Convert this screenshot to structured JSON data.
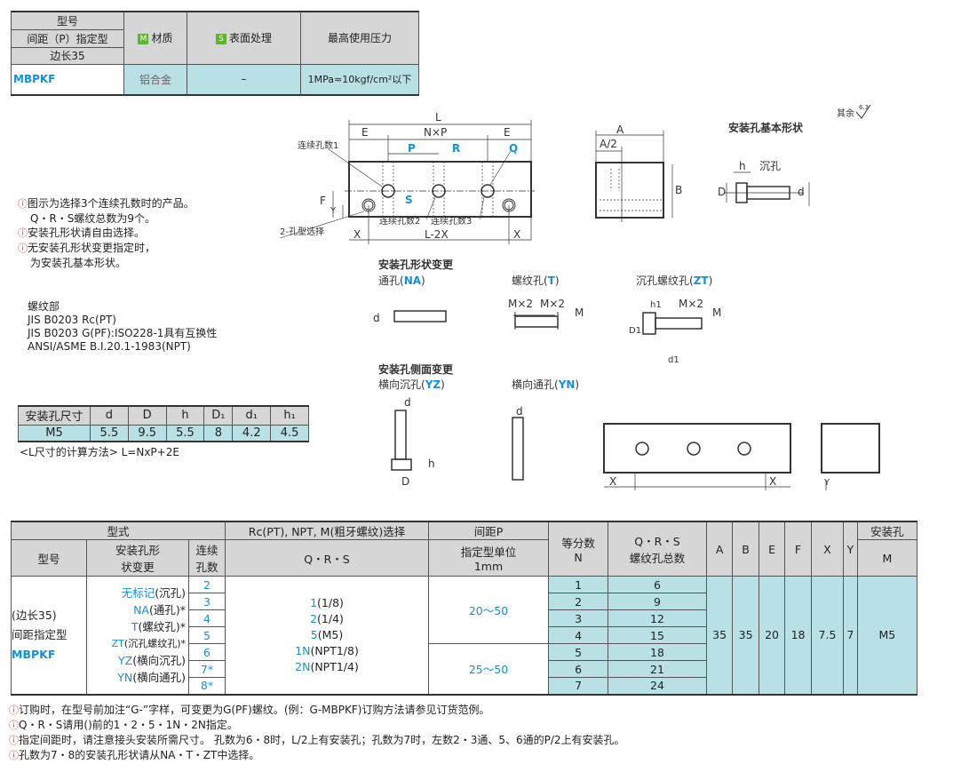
{
  "spec_table": {
    "header": {
      "model": "型号",
      "pitch_type": "间距（P）指定型",
      "side": "边长35",
      "material_badge": "M",
      "material": "材质",
      "surface_badge": "S",
      "surface": "表面处理",
      "pressure": "最高使用压力"
    },
    "row": {
      "model": "MBPKF",
      "material": "铝合金",
      "surface": "–",
      "pressure": "1MPa≈10kgf/cm²以下"
    }
  },
  "notes_top": [
    {
      "icon": "!",
      "text": "图示为选择3个连续孔数时的产品。"
    },
    {
      "icon": "",
      "text": "Q・R・S螺纹总数为9个。"
    },
    {
      "icon": "!",
      "text": "安装孔形状请自由选择。"
    },
    {
      "icon": "!",
      "text": "无安装孔形状变更指定时，"
    },
    {
      "icon": "",
      "text": "为安装孔基本形状。"
    }
  ],
  "thread_info": [
    "螺纹部",
    "JIS  B0203  Rc(PT)",
    "JIS B0203 G(PF):ISO228-1具有互换性",
    "ANSI/ASME B.I.20.1-1983(NPT)"
  ],
  "hole_table": {
    "headers": [
      "安装孔尺寸",
      "d",
      "D",
      "h",
      "D₁",
      "d₁",
      "h₁"
    ],
    "row": [
      "M5",
      "5.5",
      "9.5",
      "5.5",
      "8",
      "4.2",
      "4.5"
    ]
  },
  "formula": "<L尺寸的计算方法> L=NxP+2E",
  "surface_note": {
    "text": "其余",
    "value": "6.3"
  },
  "drawing_labels": {
    "L": "L",
    "E": "E",
    "NxP": "N×P",
    "P": "P",
    "R": "R",
    "Q": "Q",
    "S": "S",
    "F": "F",
    "Y": "Y",
    "X": "X",
    "L2X": "L-2X",
    "hole1": "连续孔数1",
    "hole2": "连续孔数2",
    "hole3": "连续孔数3",
    "two_hole": "2-孔型选择",
    "A": "A",
    "A2": "A/2",
    "B": "B",
    "basic_title": "安装孔基本形状",
    "h": "h",
    "counterbore": "沉孔",
    "D": "D",
    "d": "d",
    "shape_change": "安装孔形状变更",
    "na": "通孔(",
    "na_code": "NA",
    "t": "螺纹孔(",
    "t_code": "T",
    "zt": "沉孔螺纹孔(",
    "zt_code": "ZT",
    "close": ")",
    "mx2": "M×2",
    "M": "M",
    "h1": "h1",
    "D1": "D1",
    "d1": "d1",
    "side_change": "安装孔侧面变更",
    "yz": "横向沉孔(",
    "yz_code": "YZ",
    "yn": "横向通孔(",
    "yn_code": "YN"
  },
  "main_table": {
    "h_type": "型式",
    "h_thread": "Rc(PT), NPT, M(粗牙螺纹)选择",
    "h_pitch": "间距P",
    "h_n": "等分数\nN",
    "h_n1": "等分数",
    "h_n2": "N",
    "h_qrs_total1": "Q・R・S",
    "h_qrs_total2": "螺纹孔总数",
    "h_model": "型号",
    "h_shape1": "安装孔形",
    "h_shape2": "状变更",
    "h_cont1": "连续",
    "h_cont2": "孔数",
    "h_qrs": "Q・R・S",
    "h_pitch_unit1": "指定型单位",
    "h_pitch_unit2": "1mm",
    "h_mount": "安装孔",
    "h_M": "M",
    "dims": [
      "A",
      "B",
      "E",
      "F",
      "X",
      "Y"
    ],
    "model_lines": [
      "(边长35)",
      "间距指定型",
      "MBPKF"
    ],
    "shapes": [
      {
        "code": "无标记",
        "desc": "(沉孔)"
      },
      {
        "code": "NA",
        "desc": "(通孔)*"
      },
      {
        "code": "T",
        "desc": "(螺纹孔)*"
      },
      {
        "code": "ZT",
        "desc": "(沉孔螺纹孔)*"
      },
      {
        "code": "YZ",
        "desc": "(横向沉孔)"
      },
      {
        "code": "YN",
        "desc": "(横向通孔)"
      }
    ],
    "counts": [
      "2",
      "3",
      "4",
      "5",
      "6",
      "7*",
      "8*"
    ],
    "threads": [
      {
        "code": "1",
        "desc": "(1/8)"
      },
      {
        "code": "2",
        "desc": "(1/4)"
      },
      {
        "code": "5",
        "desc": "(M5)"
      },
      {
        "code": "1N",
        "desc": "(NPT1/8)"
      },
      {
        "code": "2N",
        "desc": "(NPT1/4)"
      }
    ],
    "pitch_ranges": [
      "20～50",
      "25～50"
    ],
    "n_rows": [
      [
        "1",
        "6"
      ],
      [
        "2",
        "9"
      ],
      [
        "3",
        "12"
      ],
      [
        "4",
        "15"
      ],
      [
        "5",
        "18"
      ],
      [
        "6",
        "21"
      ],
      [
        "7",
        "24"
      ]
    ],
    "dim_values": [
      "35",
      "35",
      "20",
      "18",
      "7.5",
      "7"
    ],
    "mount_value": "M5"
  },
  "notes_bottom": [
    "订购时，在型号前加注“G-”字样，可变更为G(PF)螺纹。(例：G-MBPKF)订购方法请参见订货范例。",
    "Q・R・S请用()前的1・2・5・1N・2N指定。",
    "指定间距时，请注意接头安装所需尺寸。  孔数为6・8时，L/2上有安装孔；孔数为7时，左数2・3通、5、6通的P/2上有安装孔。",
    "孔数为7・8的安装孔形状请从NA・T・ZT中选择。"
  ],
  "colors": {
    "accent_blue": "#1a8fd0",
    "cell_blue": "#b9e0e5",
    "header_gray": "#d6d6d6",
    "badge_green": "#5cb531"
  }
}
